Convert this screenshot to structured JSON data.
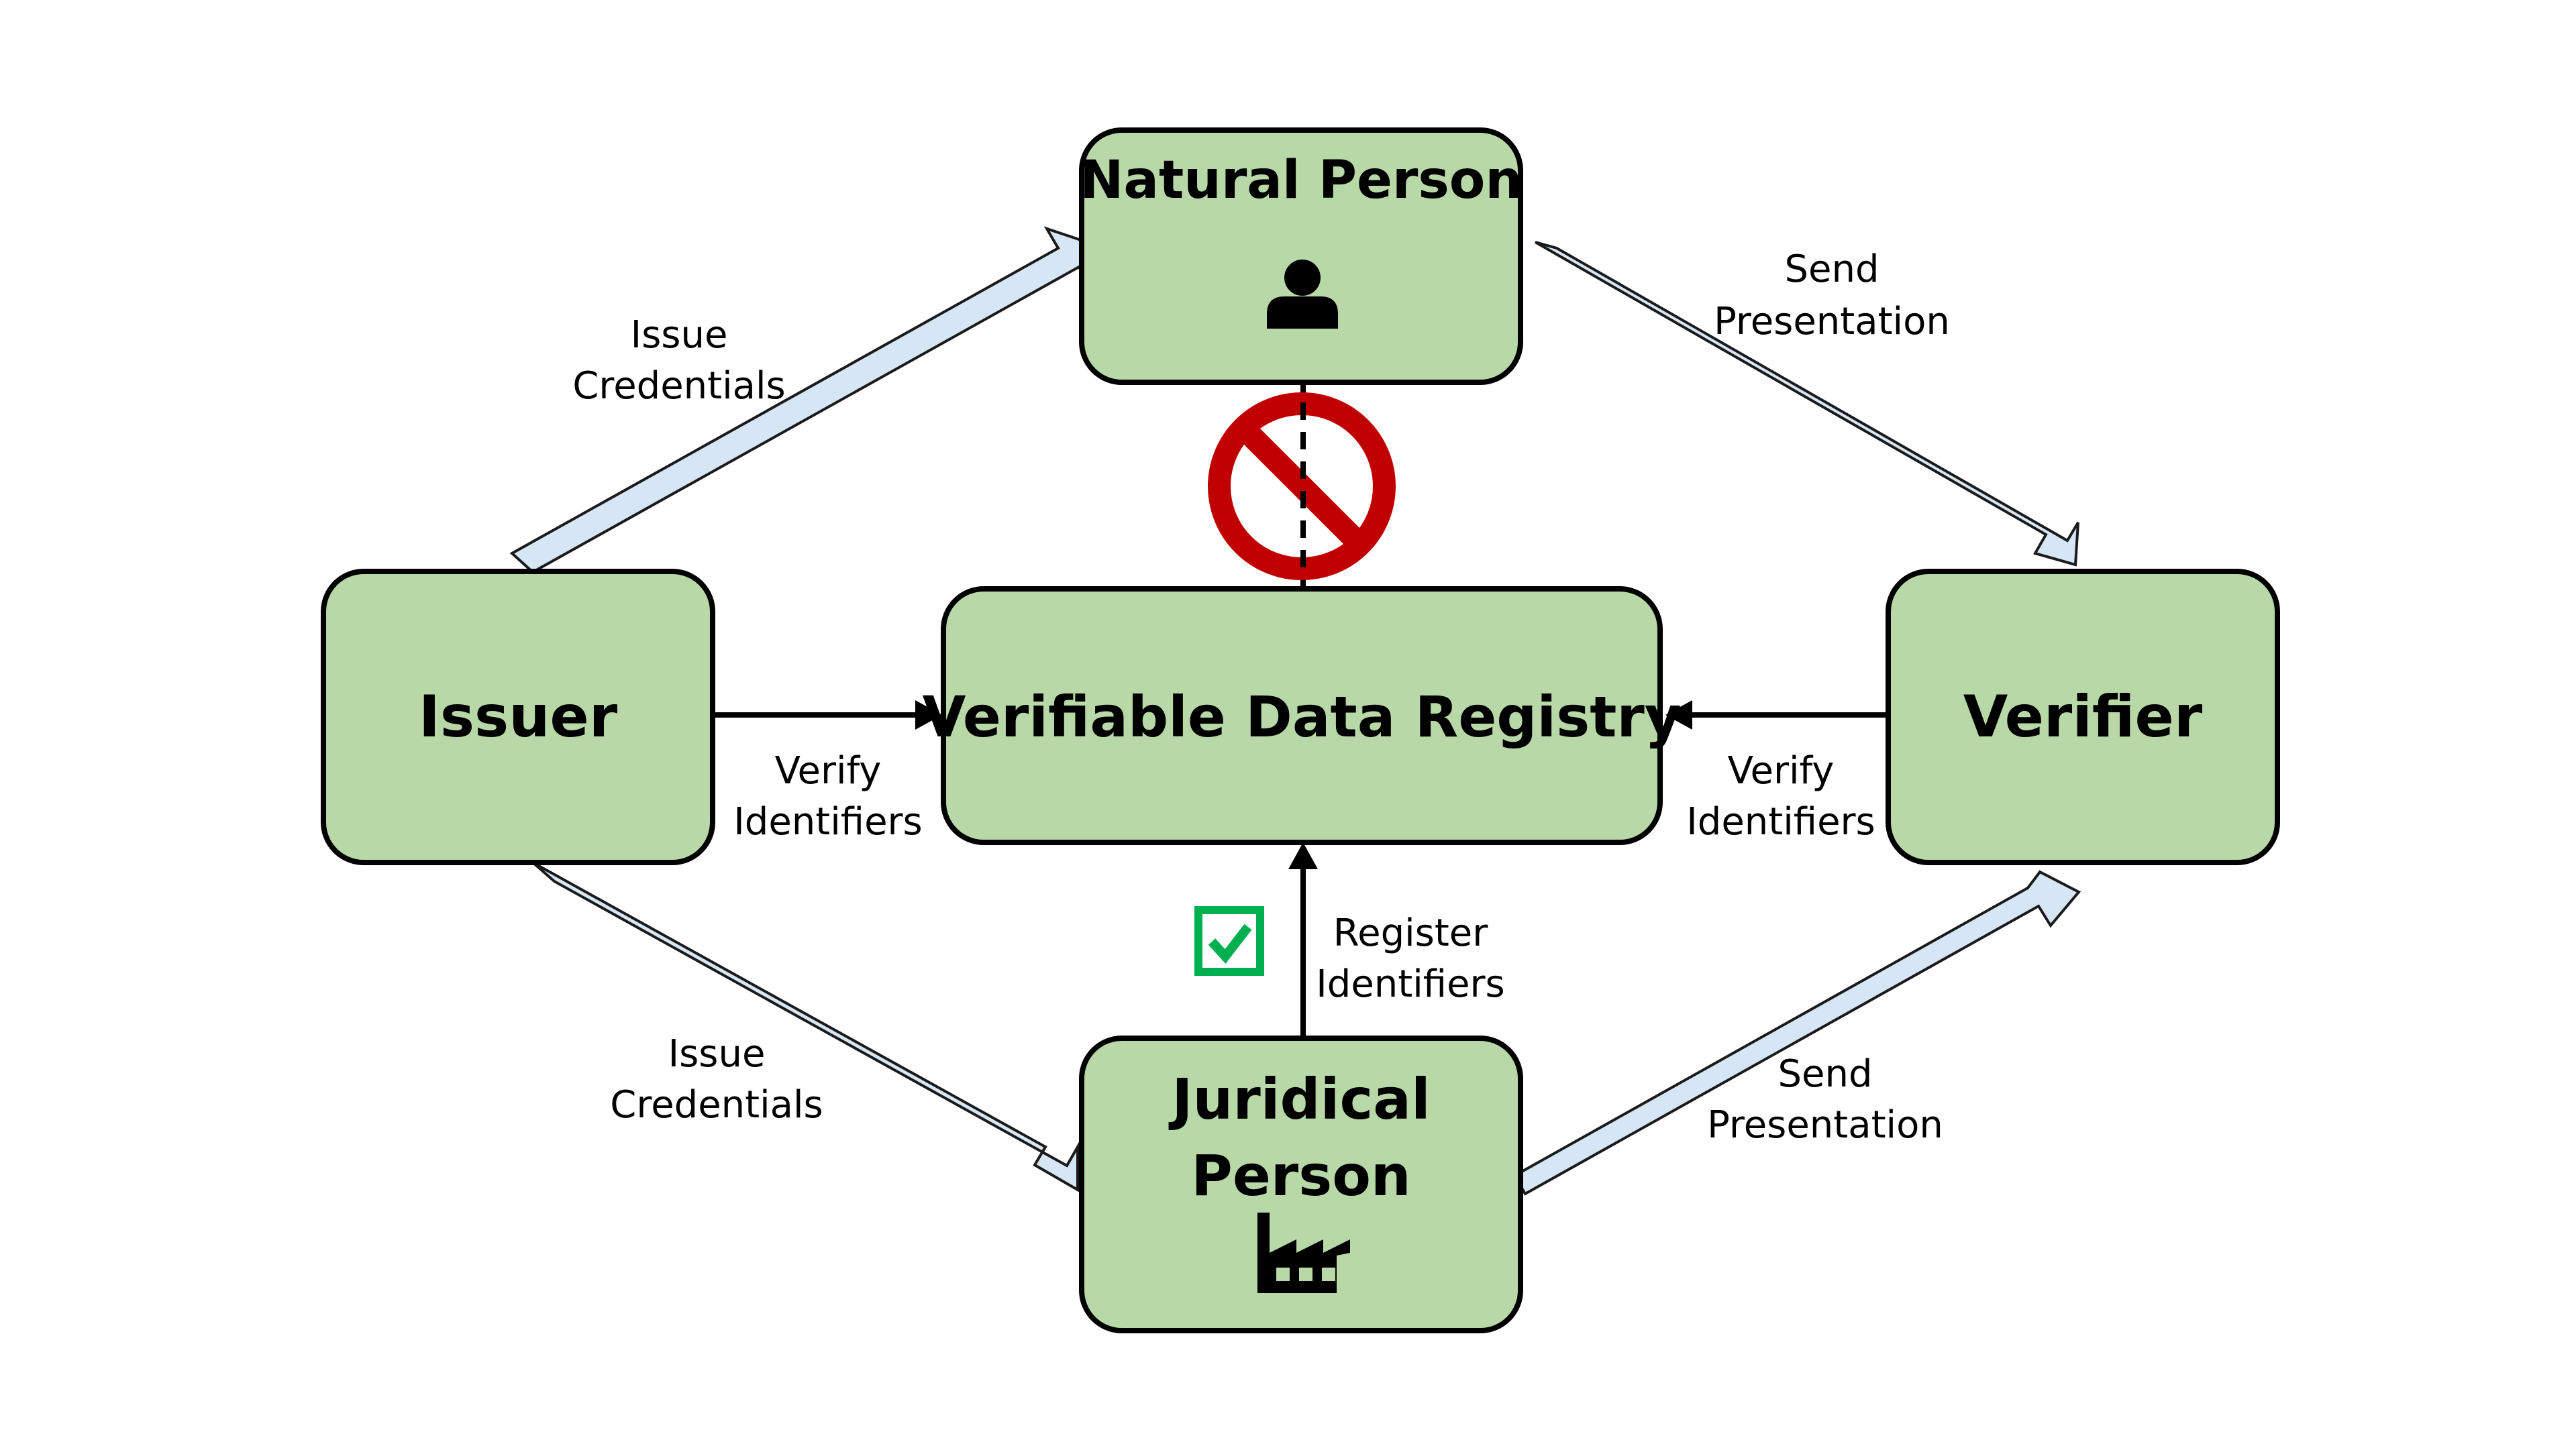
{
  "nodes": {
    "natural_person": "Natural Person",
    "issuer": "Issuer",
    "registry": "Verifiable Data Registry",
    "verifier": "Verifier",
    "juridical_person_line1": "Juridical",
    "juridical_person_line2": "Person"
  },
  "edges": {
    "issue_np": [
      "Issue",
      "Credentials"
    ],
    "send_np": [
      "Send",
      "Presentation"
    ],
    "verify_issuer": [
      "Verify",
      "Identifiers"
    ],
    "verify_verifier": [
      "Verify",
      "Identifiers"
    ],
    "issue_jp": [
      "Issue",
      "Credentials"
    ],
    "send_jp": [
      "Send",
      "Presentation"
    ],
    "register_jp": [
      "Register",
      "Identifiers"
    ]
  },
  "icons": {
    "natural_person": "person-icon",
    "juridical_person": "factory-icon",
    "prohibited": "no-entry-icon",
    "allowed": "checkbox-checked-icon"
  },
  "colors": {
    "node_fill": "#b8d8a8",
    "block_arrow_fill": "#d6e6f5",
    "prohibited_red": "#c00000",
    "check_green": "#00b050"
  }
}
